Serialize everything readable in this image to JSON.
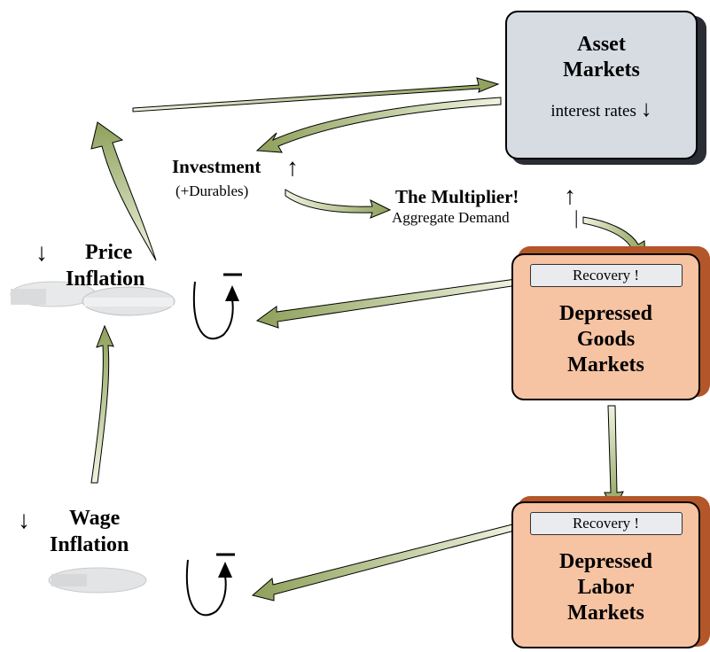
{
  "asset_markets": {
    "title_line1": "Asset",
    "title_line2": "Markets",
    "subtitle": "interest rates"
  },
  "investment": {
    "label": "Investment",
    "sublabel": "(+Durables)"
  },
  "multiplier": {
    "label": "The Multiplier!",
    "sublabel": "Aggregate Demand"
  },
  "price_inflation": {
    "line1": "Price",
    "line2": "Inflation"
  },
  "wage_inflation": {
    "line1": "Wage",
    "line2": "Inflation"
  },
  "goods_markets": {
    "badge": "Recovery !",
    "line1": "Depressed",
    "line2": "Goods",
    "line3": "Markets"
  },
  "labor_markets": {
    "badge": "Recovery !",
    "line1": "Depressed",
    "line2": "Labor",
    "line3": "Markets"
  },
  "colors": {
    "asset_fill": "#d7dce3",
    "market_fill": "#f6c3a3",
    "market_shadow": "#b3562a",
    "arrow_light": "#eef3df",
    "arrow_dark": "#8ea05a"
  }
}
